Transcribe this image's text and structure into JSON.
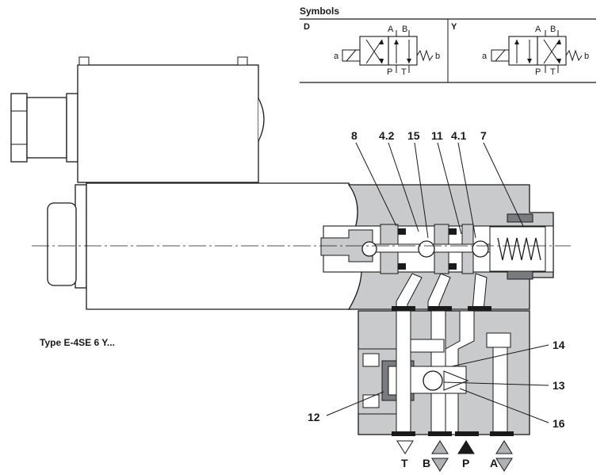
{
  "symbols": {
    "title": "Symbols",
    "variant_d": {
      "label": "D",
      "port_a": "A",
      "port_b": "B",
      "port_p": "P",
      "port_t": "T",
      "side_a": "a",
      "side_b": "b"
    },
    "variant_y": {
      "label": "Y",
      "port_a": "A",
      "port_b": "B",
      "port_p": "P",
      "port_t": "T",
      "side_a": "a",
      "side_b": "b"
    }
  },
  "caption": "Type E-4SE 6 Y...",
  "callouts": [
    "8",
    "4.2",
    "15",
    "11",
    "4.1",
    "7",
    "14",
    "13",
    "16",
    "12"
  ],
  "ports": {
    "t": "T",
    "b": "B",
    "p": "P",
    "a": "A"
  },
  "colors": {
    "body_gray": "#c9cacc",
    "dark_gray": "#7a7b7e",
    "line": "#1a1a1a"
  }
}
